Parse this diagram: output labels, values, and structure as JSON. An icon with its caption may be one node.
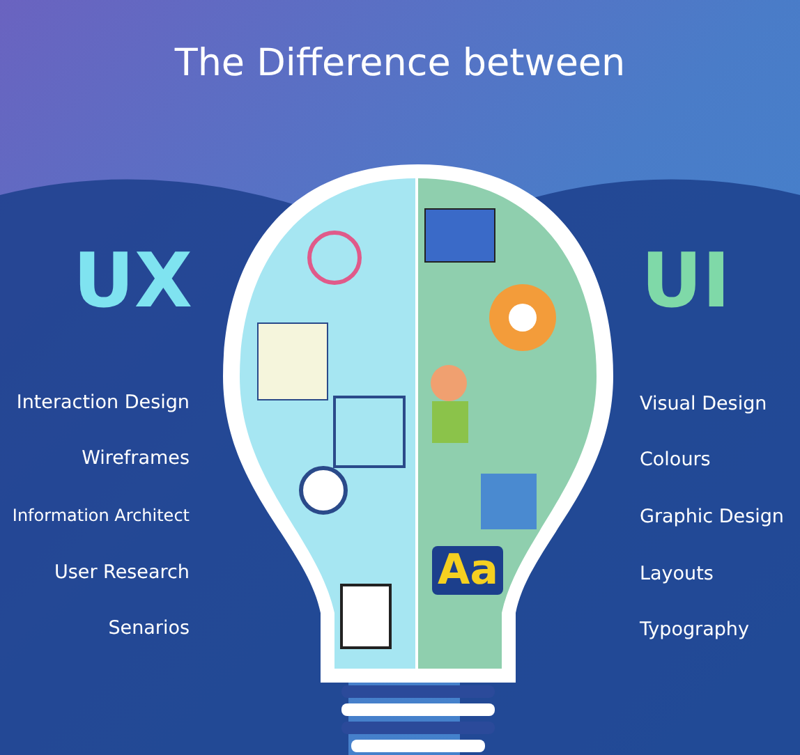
{
  "diagram": {
    "title": "The Difference between",
    "labels": [
      "UX",
      "Interaction Design",
      "Wireframes",
      "Information Architect",
      "User Research",
      "Senarios",
      "UI",
      "Visual Design",
      "Colours",
      "Graphic Design",
      "Layouts",
      "Typography",
      "Aa"
    ]
  }
}
